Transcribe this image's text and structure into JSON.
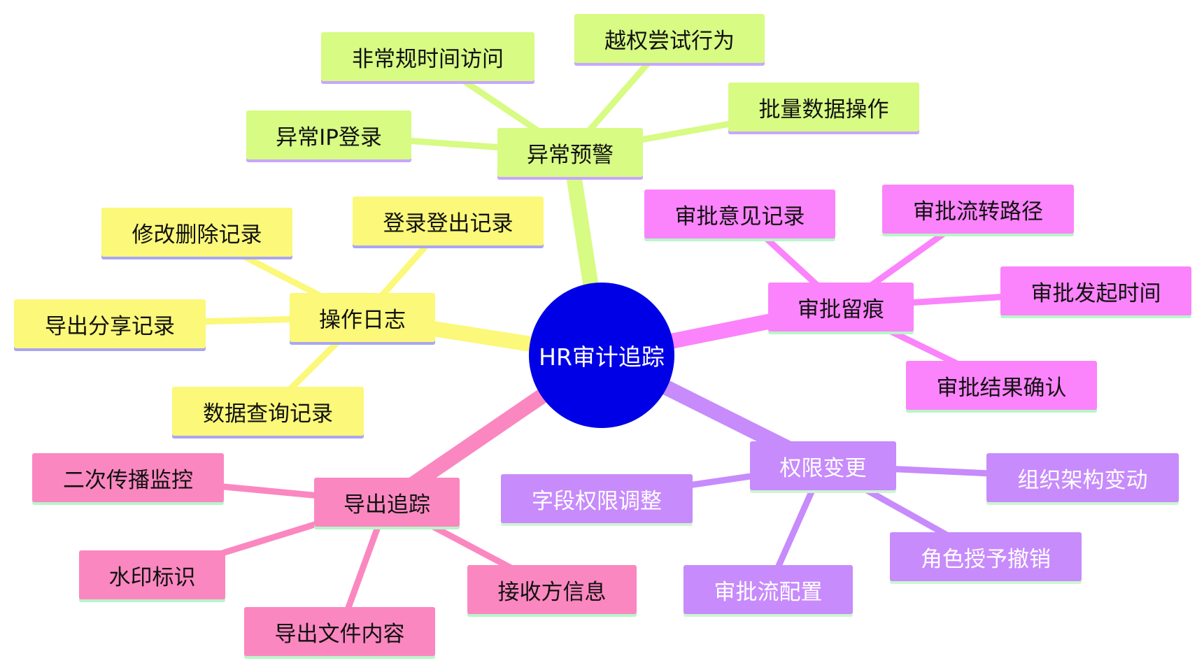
{
  "root": {
    "label": "HR审计追踪",
    "color": "#0000e6"
  },
  "branches": [
    {
      "id": "alert",
      "label": "异常预警",
      "color": "#d7fb83",
      "underline": "#c7a6ff",
      "children": [
        "非常规时间访问",
        "越权尝试行为",
        "异常IP登录",
        "批量数据操作"
      ]
    },
    {
      "id": "oplog",
      "label": "操作日志",
      "color": "#fbf87a",
      "underline": "#a9a6f2",
      "children": [
        "修改删除记录",
        "登录登出记录",
        "导出分享记录",
        "数据查询记录"
      ]
    },
    {
      "id": "approval",
      "label": "审批留痕",
      "color": "#fb83fb",
      "underline": "#b8f5c8",
      "children": [
        "审批意见记录",
        "审批流转路径",
        "审批发起时间",
        "审批结果确认"
      ]
    },
    {
      "id": "export",
      "label": "导出追踪",
      "color": "#fb87c0",
      "underline": "#b8f5c8",
      "children": [
        "二次传播监控",
        "水印标识",
        "导出文件内容",
        "接收方信息"
      ]
    },
    {
      "id": "perm",
      "label": "权限变更",
      "color": "#c78bfb",
      "underline": "#cdf5d3",
      "lightText": true,
      "children": [
        "字段权限调整",
        "组织架构变动",
        "审批流配置",
        "角色授予撤销"
      ]
    }
  ]
}
